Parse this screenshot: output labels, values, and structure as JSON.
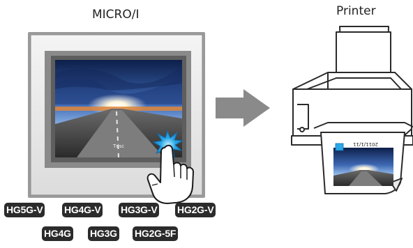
{
  "device": {
    "title": "MICRO/I",
    "screen_caption": "Tdsc"
  },
  "printer": {
    "title": "Printer",
    "print_date": "2011/1/11"
  },
  "models": {
    "row1": [
      "HG5G-V",
      "HG4G-V",
      "HG3G-V",
      "HG2G-V"
    ],
    "row2": [
      "HG4G",
      "HG3G",
      "HG2G-5F"
    ]
  },
  "colors": {
    "badge_bg": "#2b2b2b",
    "arrow": "#8a8a8a",
    "touch_highlight": "#2aa8e8",
    "sky_dark": "#0d1f4a",
    "sky_light": "#6f9ad6"
  }
}
